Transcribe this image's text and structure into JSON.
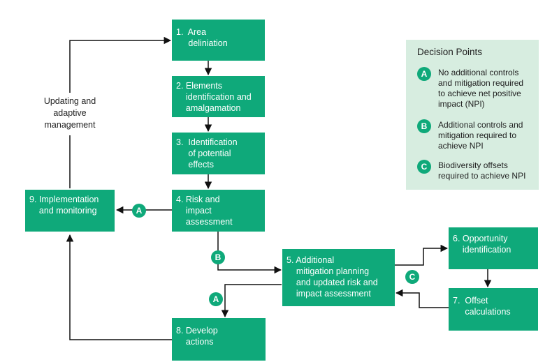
{
  "colors": {
    "box": "#0fa97a",
    "line": "#111111",
    "legend_bg": "#d7ede0"
  },
  "boxes": {
    "b1": {
      "text": "1.  Area\n     deliniation"
    },
    "b2": {
      "text": "2. Elements\n    identification and\n    amalgamation"
    },
    "b3": {
      "text": "3.  Identification\n     of potential\n     effects"
    },
    "b4": {
      "text": "4. Risk and\n    impact\n    assessment"
    },
    "b5": {
      "text": "5. Additional\n    mitigation planning\n    and updated risk and\n    impact assessment"
    },
    "b6": {
      "text": "6. Opportunity\n    identification"
    },
    "b7": {
      "text": "7.  Offset\n     calculations"
    },
    "b8": {
      "text": "8. Develop\n    actions"
    },
    "b9": {
      "text": "9. Implementation\n    and monitoring"
    }
  },
  "loop_label": "Updating and\nadaptive\nmanagement",
  "badges": {
    "a1": "A",
    "a2": "A",
    "b": "B",
    "c": "C"
  },
  "legend": {
    "title": "Decision Points",
    "items": [
      {
        "badge": "A",
        "text": "No additional controls\nand mitigation required\nto achieve net positive\nimpact (NPI)"
      },
      {
        "badge": "B",
        "text": "Additional controls and\nmitigation required to\nachieve NPI"
      },
      {
        "badge": "C",
        "text": "Biodiversity offsets\nrequired to achieve NPI"
      }
    ]
  }
}
